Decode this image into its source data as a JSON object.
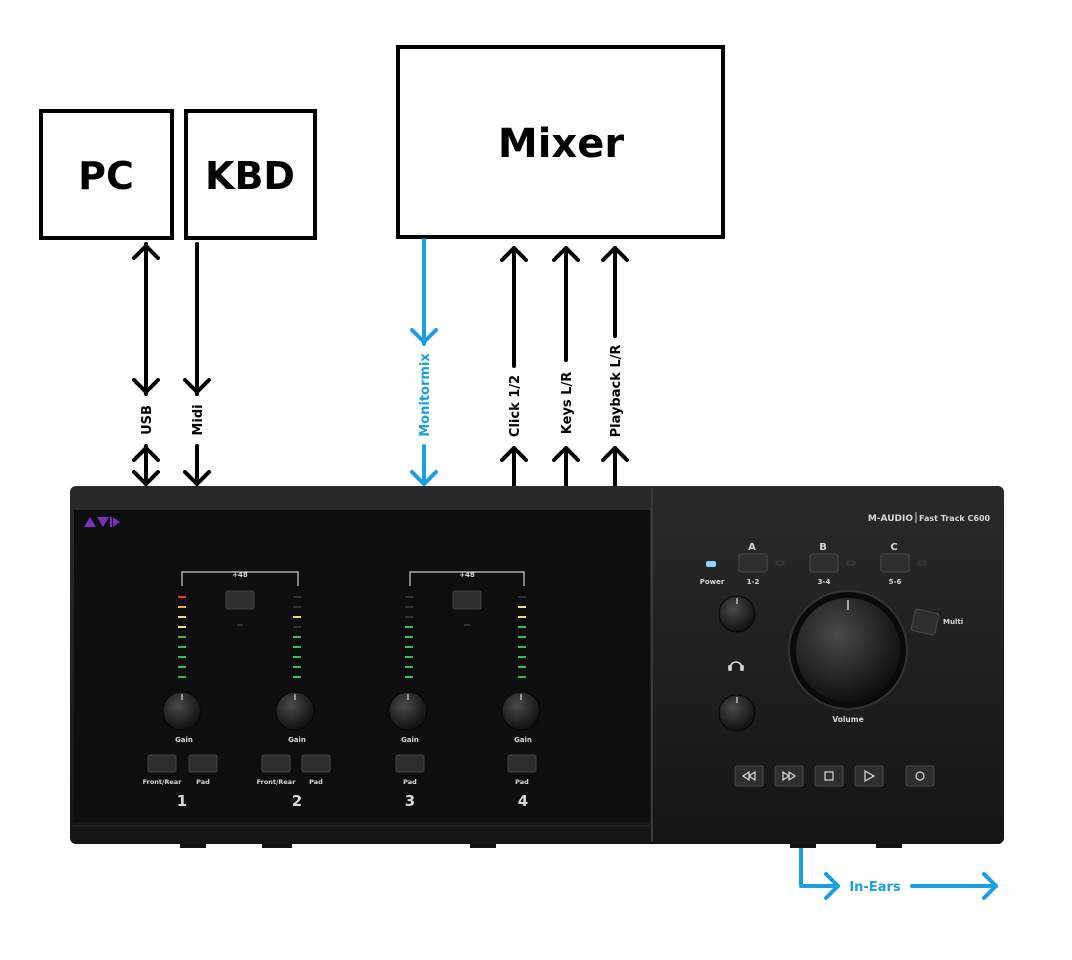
{
  "boxes": {
    "pc": "PC",
    "kbd": "KBD",
    "mixer": "Mixer"
  },
  "connections": {
    "usb": "USB",
    "midi": "Midi",
    "monitormix": "Monitormix",
    "click": "Click 1/2",
    "keys": "Keys L/R",
    "playback": "Playback L/R",
    "in_ears": "In-Ears"
  },
  "device": {
    "brand": "M-AUDIO",
    "model": "Fast Track C600",
    "phantom": "+48",
    "gain": "Gain",
    "front_rear": "Front/Rear",
    "pad": "Pad",
    "channels": [
      "1",
      "2",
      "3",
      "4"
    ],
    "power": "Power",
    "buttons": [
      {
        "letter": "A",
        "range": "1-2"
      },
      {
        "letter": "B",
        "range": "3-4"
      },
      {
        "letter": "C",
        "range": "5-6"
      }
    ],
    "multi": "Multi",
    "volume": "Volume"
  },
  "colors": {
    "accent_blue": "#1a9fe0",
    "line_black": "#000000",
    "device_body": "#1c1c1c",
    "logo_purple": "#7b2fbf"
  },
  "icons": {
    "headphone": "headphone-icon",
    "transport": [
      "rewind-icon",
      "fast-forward-icon",
      "stop-icon",
      "play-icon",
      "record-icon"
    ]
  }
}
